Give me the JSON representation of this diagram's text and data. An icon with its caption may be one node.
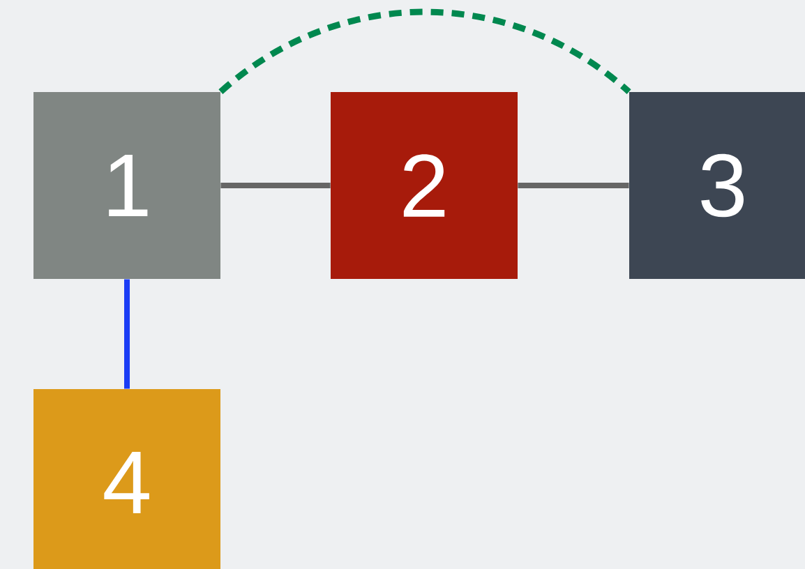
{
  "diagram": {
    "nodes": [
      {
        "text": [
          "1"
        ]
      },
      {
        "text": [
          "2"
        ]
      },
      {
        "text": [
          "3"
        ]
      },
      {
        "text": [
          "4"
        ]
      }
    ],
    "edges": [
      {
        "from": 0,
        "to": 1,
        "arrow": "none"
      },
      {
        "from": 1,
        "to": 2,
        "arrow": "none"
      },
      {
        "from": 0,
        "to": 3,
        "arrow": "none",
        "color": "#1a3cf5"
      },
      {
        "from": 0,
        "to": 2,
        "arrow": "none",
        "style": "dashed",
        "color": "#00884f"
      }
    ]
  }
}
